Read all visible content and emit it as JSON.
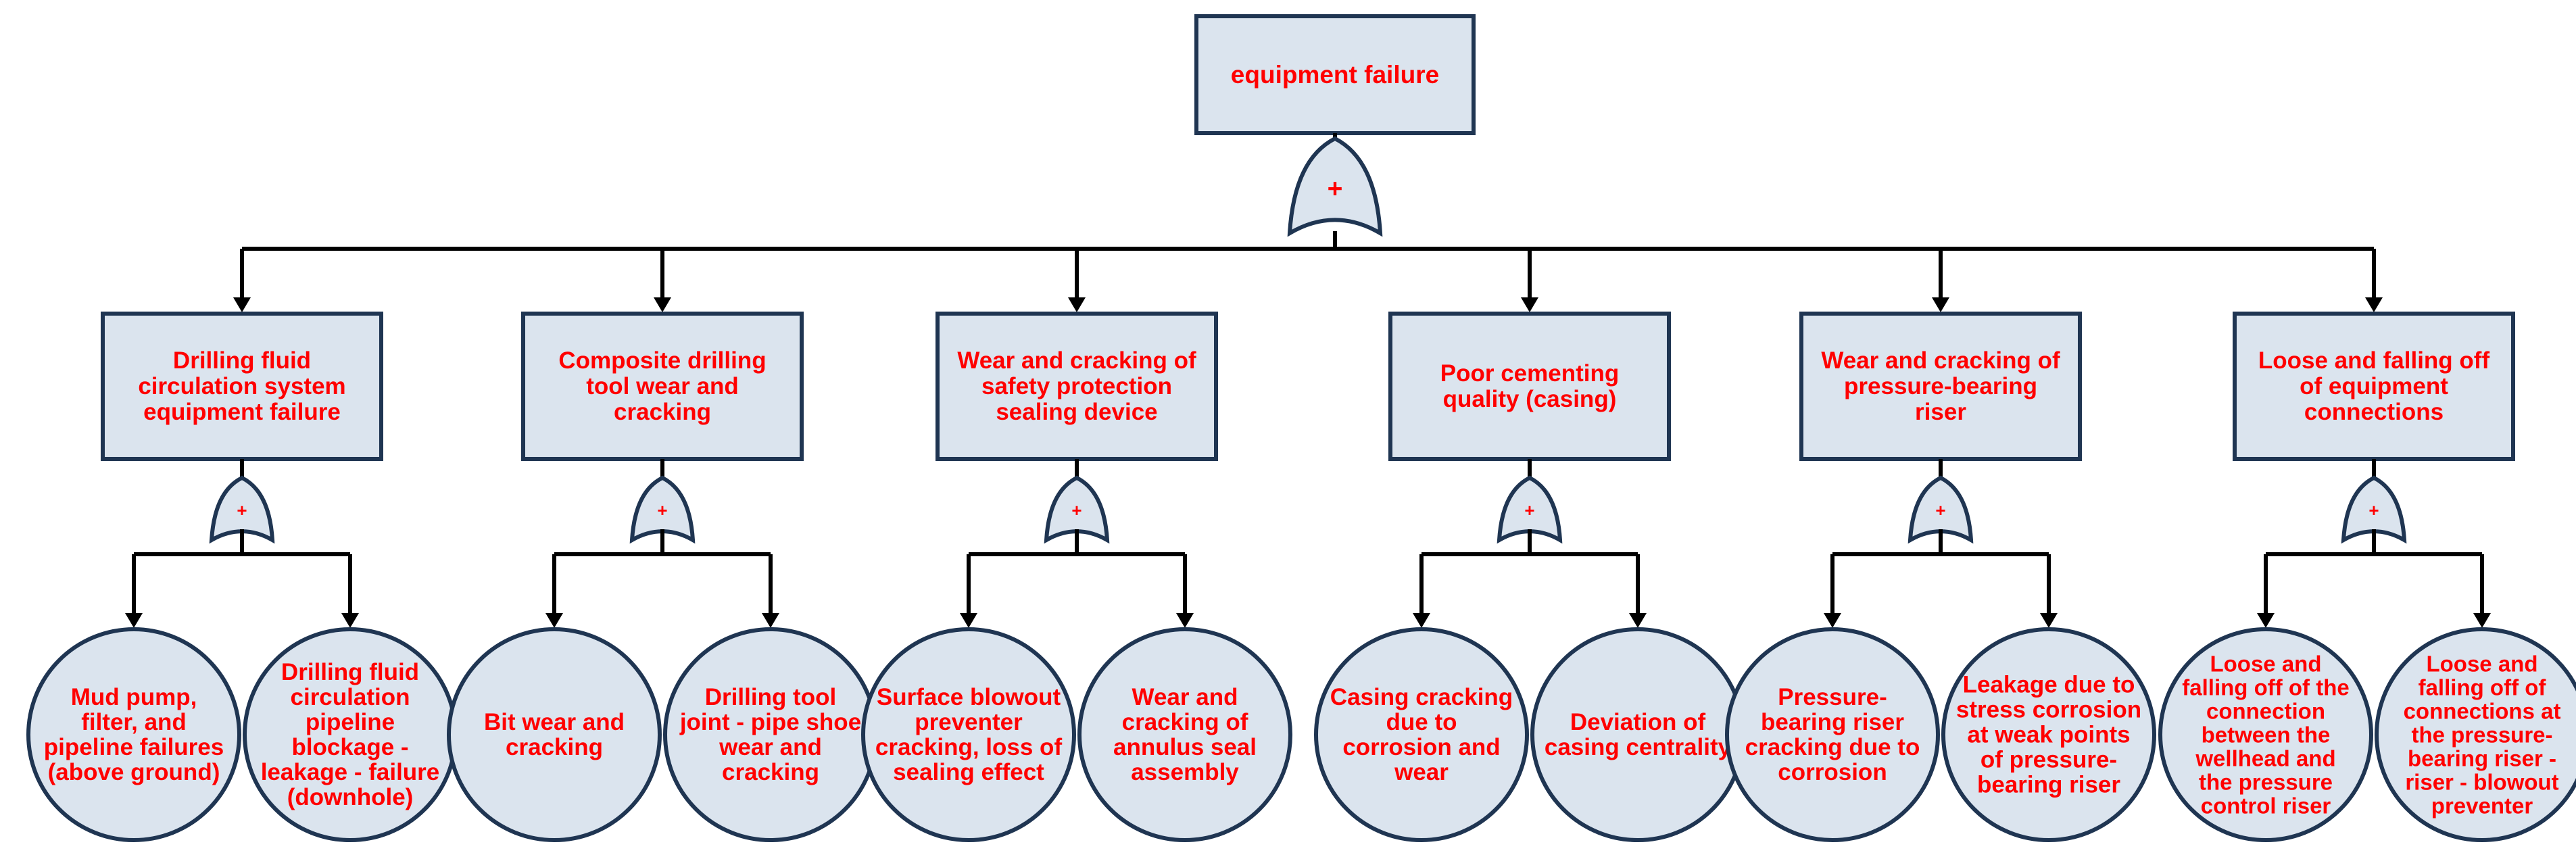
{
  "top_event": {
    "lines": [
      "equipment failure"
    ]
  },
  "gate_symbol": "+",
  "branches": [
    {
      "event": {
        "lines": [
          "Drilling fluid",
          "circulation system",
          "equipment failure"
        ]
      },
      "basic_events": [
        {
          "lines": [
            "Mud pump,",
            "filter, and",
            "pipeline failures",
            "(above ground)"
          ]
        },
        {
          "lines": [
            "Drilling fluid",
            "circulation",
            "pipeline",
            "blockage -",
            "leakage - failure",
            "(downhole)"
          ]
        }
      ]
    },
    {
      "event": {
        "lines": [
          "Composite drilling",
          "tool wear and",
          "cracking"
        ]
      },
      "basic_events": [
        {
          "lines": [
            "Bit wear and",
            "cracking"
          ]
        },
        {
          "lines": [
            "Drilling tool",
            "joint - pipe shoe",
            "wear and",
            "cracking"
          ]
        }
      ]
    },
    {
      "event": {
        "lines": [
          "Wear and cracking of",
          "safety protection",
          "sealing device"
        ]
      },
      "basic_events": [
        {
          "lines": [
            "Surface blowout",
            "preventer",
            "cracking, loss of",
            "sealing effect"
          ]
        },
        {
          "lines": [
            "Wear and",
            "cracking of",
            "annulus seal",
            "assembly"
          ]
        }
      ]
    },
    {
      "event": {
        "lines": [
          "Poor cementing",
          "quality (casing)"
        ]
      },
      "basic_events": [
        {
          "lines": [
            "Casing cracking",
            "due to",
            "corrosion and",
            "wear"
          ]
        },
        {
          "lines": [
            "Deviation of",
            "casing centrality"
          ]
        }
      ]
    },
    {
      "event": {
        "lines": [
          "Wear and cracking of",
          "pressure-bearing",
          "riser"
        ]
      },
      "basic_events": [
        {
          "lines": [
            "Pressure-",
            "bearing riser",
            "cracking due to",
            "corrosion"
          ]
        },
        {
          "lines": [
            "Leakage due to",
            "stress corrosion",
            "at weak points",
            "of pressure-",
            "bearing riser"
          ]
        }
      ]
    },
    {
      "event": {
        "lines": [
          "Loose and falling off",
          "of equipment",
          "connections"
        ]
      },
      "basic_events": [
        {
          "lines": [
            "Loose and",
            "falling off of the",
            "connection",
            "between the",
            "wellhead and",
            "the pressure",
            "control riser"
          ]
        },
        {
          "lines": [
            "Loose and",
            "falling off of",
            "connections at",
            "the pressure-",
            "bearing riser -",
            "riser - blowout",
            "preventer"
          ]
        }
      ]
    }
  ]
}
